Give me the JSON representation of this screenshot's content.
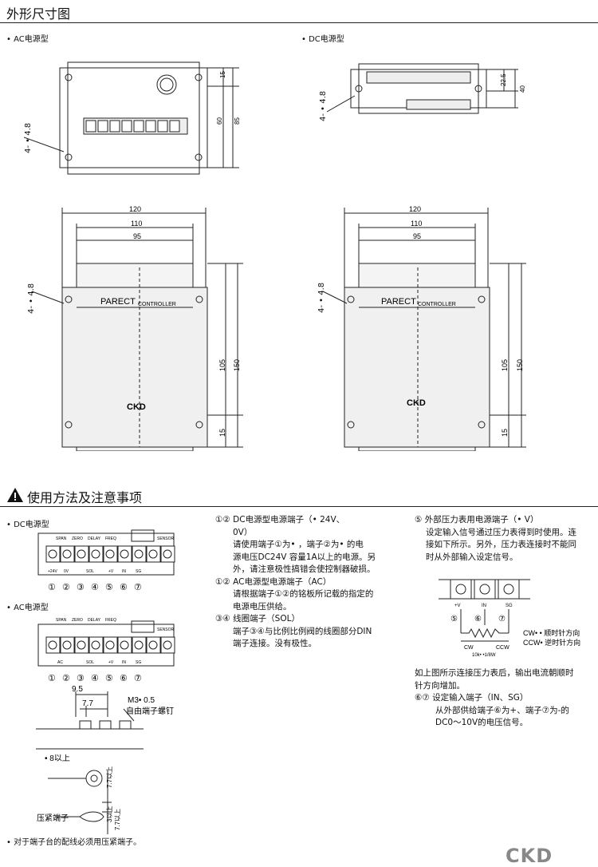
{
  "header": {
    "title": "外形尺寸图"
  },
  "dimension_section": {
    "ac_label": "• AC电源型",
    "dc_label": "• DC电源型",
    "hole_note": "4- • 4.8",
    "product_name": "PARECT",
    "product_sub": "CONTROLLER",
    "brand": "CKD",
    "dims_top_ac": [
      "15",
      "60",
      "85"
    ],
    "dims_top_dc": [
      "22.5",
      "40"
    ],
    "dims_width": [
      "120",
      "110",
      "95"
    ],
    "dims_height": [
      "105",
      "150",
      "15"
    ]
  },
  "usage_section": {
    "title": "使用方法及注意事项",
    "dc_label": "• DC电源型",
    "ac_label": "• AC电源型",
    "terminal_top_labels": [
      "SPAN",
      "ZERO",
      "DELAY",
      "FREQ",
      "SENSOR"
    ],
    "terminal_dc_bottom": [
      "+24V",
      "0V",
      "SOL",
      "+V",
      "IN",
      "SG"
    ],
    "terminal_ac_bottom": [
      "AC",
      "SOL",
      "+V",
      "IN",
      "SG"
    ],
    "circled_numbers": [
      "①",
      "②",
      "③",
      "④",
      "⑤",
      "⑥",
      "⑦"
    ],
    "screw_dim_1": "9.5",
    "screw_dim_2": "7.7",
    "screw_spec": "M3• 0.5",
    "screw_caption": "自由端子螺钉",
    "ring_dim": "• 8以上",
    "dim_77a": "7.7以上",
    "dim_3": "3以上",
    "dim_77b": "7.7以上",
    "crimp_label": "压紧端子",
    "bottom_note": "• 对于端子台的配线必须用压紧端子。",
    "col2": {
      "p1_head": "①②   DC电源型电源端子（• 24V、",
      "p1_head2": "0V）",
      "p1_body": [
        "请使用端子①为• ，端子②为• 的电",
        "源电压DC24V 容量1A以上的电源。另",
        "外，请注意极性搞错会使控制器破损。"
      ],
      "p2_head": "①②   AC电源型电源端子（AC）",
      "p2_body": [
        "请根据端子①②的铭板所记载的指定的",
        "电源电压供给。"
      ],
      "p3_head": "③④   线圈端子（SOL）",
      "p3_body": [
        "端子③④与比例比例阀的线圈部分DIN",
        "端子连接。没有极性。"
      ]
    },
    "col3": {
      "p1_head": "⑤   外部压力表用电源端子（• V）",
      "p1_body": [
        "设定输入信号通过压力表得到时使用。连",
        "接如下所示。另外，压力表连接时不能同",
        "时从外部输入设定信号。"
      ],
      "diag_labels": [
        "+V",
        "IN",
        "SG"
      ],
      "diag_nums": [
        "⑤",
        "⑥",
        "⑦"
      ],
      "cw": "CW",
      "ccw": "CCW",
      "pot": "10k• •1/8W",
      "legend_cw": "CW• • 顺时针方向",
      "legend_ccw": "CCW• 逆时针方向",
      "p2_body": [
        "如上图所示连接压力表后，输出电流朝顺时",
        "针方向增加。"
      ],
      "p3_head": "⑥⑦   设定输入端子（IN、SG）",
      "p3_body": [
        "从外部供给端子⑥为+、端子⑦为-的",
        "DC0～10V的电压信号。"
      ]
    }
  },
  "footer": {
    "brand": "CKD"
  }
}
